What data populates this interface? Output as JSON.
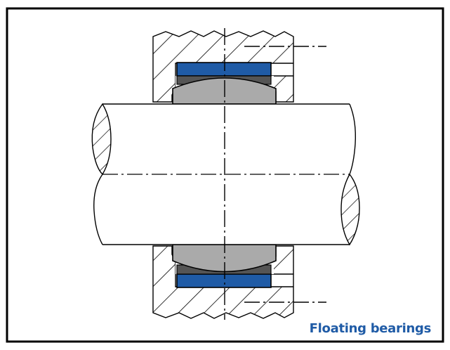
{
  "caption": "Floating bearings",
  "colors": {
    "frame": "#000000",
    "outer_ring": "#1f5ba6",
    "inner_ring": "#aaaaaa",
    "dark_ring": "#555555",
    "caption": "#1f5ba6"
  },
  "components": {
    "housing": "hatched-section",
    "outer_ring": "blue-fill",
    "inner_ring": "spherical-gray",
    "shaft": "cylinder-with-break-hatching",
    "centerlines": "dash-dot"
  }
}
